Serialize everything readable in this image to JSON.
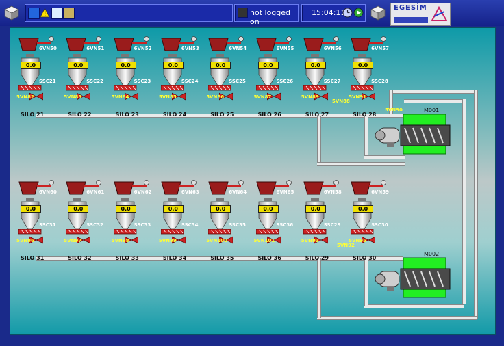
{
  "status": {
    "login": "not logged on",
    "time": "15:04:11"
  },
  "brand": {
    "name": "EGESİM"
  },
  "icons": {
    "left_cube": "cube-icon",
    "right_cube": "cube-icon",
    "toolbar": [
      "monitor-icon",
      "warning-icon",
      "document-icon",
      "folder-icon"
    ],
    "login": "users-icon",
    "clock": "clock-icon",
    "next": "arrow-right-icon"
  },
  "colors": {
    "accent": "#1a2aa8",
    "hopper": "#9a1c1c",
    "valve": "#cc2222",
    "level": "#f0e000",
    "mixer": "#22ee22"
  },
  "silos_top": [
    {
      "motor": "6VN50",
      "sensor": "SSC21",
      "valve": "5VN82",
      "name": "SILO 21",
      "level": "0.0"
    },
    {
      "motor": "6VN51",
      "sensor": "SSC22",
      "valve": "5VN83",
      "name": "SILO 22",
      "level": "0.0"
    },
    {
      "motor": "6VN52",
      "sensor": "SSC23",
      "valve": "5VN84",
      "name": "SILO 23",
      "level": "0.0"
    },
    {
      "motor": "6VN53",
      "sensor": "SSC24",
      "valve": "5VN85",
      "name": "SILO 24",
      "level": "0.0"
    },
    {
      "motor": "6VN54",
      "sensor": "SSC25",
      "valve": "5VN86",
      "name": "SILO 25",
      "level": "0.0"
    },
    {
      "motor": "6VN55",
      "sensor": "SSC26",
      "valve": "5VN87",
      "name": "SILO 26",
      "level": "0.0"
    },
    {
      "motor": "6VN56",
      "sensor": "SSC27",
      "valve": "5VN89",
      "name": "SILO 27",
      "level": "0.0"
    },
    {
      "motor": "6VN57",
      "sensor": "SSC28",
      "valve": "5VN91",
      "name": "SILO 28",
      "level": "0.0"
    }
  ],
  "silos_bottom": [
    {
      "motor": "6VN60",
      "sensor": "SSC31",
      "valve": "5VN96",
      "name": "SILO 31",
      "level": "0.0"
    },
    {
      "motor": "6VN61",
      "sensor": "SSC32",
      "valve": "5VN97",
      "name": "SILO 32",
      "level": "0.0"
    },
    {
      "motor": "6VN62",
      "sensor": "SSC33",
      "valve": "5VN98",
      "name": "SILO 33",
      "level": "0.0"
    },
    {
      "motor": "6VN63",
      "sensor": "SSC34",
      "valve": "5VN99",
      "name": "SILO 34",
      "level": "0.0"
    },
    {
      "motor": "6VN64",
      "sensor": "SSC35",
      "valve": "5VN100",
      "name": "SILO 35",
      "level": "0.0"
    },
    {
      "motor": "6VN65",
      "sensor": "SSC36",
      "valve": "5VN101",
      "name": "SILO 36",
      "level": "0.0"
    },
    {
      "motor": "6VN58",
      "sensor": "SSC29",
      "valve": "5VN93",
      "name": "SILO 29",
      "level": "0.0"
    },
    {
      "motor": "6VN59",
      "sensor": "SSC30",
      "valve": "5VN95",
      "name": "SILO 30",
      "level": "0.0"
    }
  ],
  "extra_valves": {
    "top_a": "5VN88",
    "top_b": "5VN90",
    "bottom_a": "5VN92"
  },
  "mixers": [
    {
      "tag": "M001"
    },
    {
      "tag": "M002"
    }
  ]
}
